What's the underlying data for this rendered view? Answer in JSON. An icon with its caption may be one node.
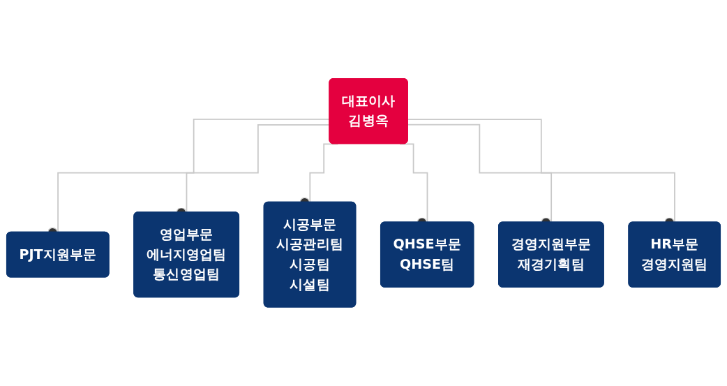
{
  "diagram": {
    "nodes": [
      {
        "text": [
          "대표이사",
          "김병옥"
        ]
      },
      {
        "text": [
          "PJT지원부문"
        ]
      },
      {
        "text": [
          "영업부문",
          "에너지영업팀",
          "통신영업팀"
        ]
      },
      {
        "text": [
          "시공부문",
          "시공관리팀",
          "시공팀",
          "시설팀"
        ]
      },
      {
        "text": [
          "QHSE부문",
          "QHSE팀"
        ]
      },
      {
        "text": [
          "경영지원부문",
          "재경기획팀"
        ]
      },
      {
        "text": [
          "HR부문",
          "경영지원팀"
        ]
      }
    ],
    "edges": [
      {
        "from": 0,
        "to": 1,
        "arrow": "other"
      },
      {
        "from": 0,
        "to": 2,
        "arrow": "other"
      },
      {
        "from": 0,
        "to": 3,
        "arrow": "other"
      },
      {
        "from": 0,
        "to": 4,
        "arrow": "other"
      },
      {
        "from": 0,
        "to": 5,
        "arrow": "other"
      },
      {
        "from": 0,
        "to": 6,
        "arrow": "other"
      }
    ]
  }
}
